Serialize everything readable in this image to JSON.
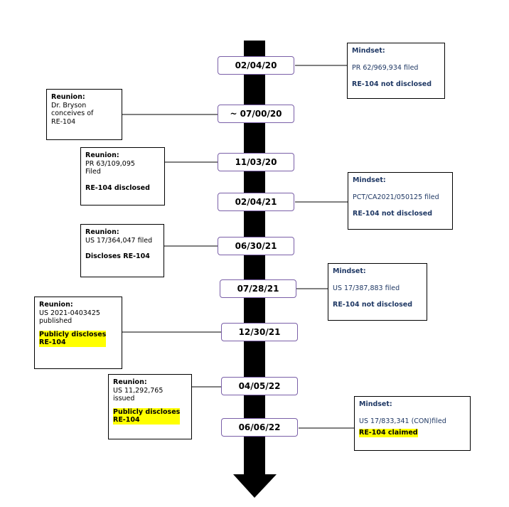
{
  "colors": {
    "arrow": "#000000",
    "date_border": "#7a5fa8",
    "mindset_text": "#1f3864",
    "highlight": "#ffff00"
  },
  "dates": [
    "02/04/20",
    "~ 07/00/20",
    "11/03/20",
    "02/04/21",
    "06/30/21",
    "07/28/21",
    "12/30/21",
    "04/05/22",
    "06/06/22"
  ],
  "notes": {
    "n1": {
      "head": "Mindset:",
      "body": "PR 62/969,934 filed",
      "strong": "RE-104 not disclosed"
    },
    "n2": {
      "head": "Reunion:",
      "body": "Dr. Bryson\nconceives of\nRE-104"
    },
    "n3": {
      "head": "Reunion:",
      "body": "PR 63/109,095\nFiled",
      "strong": "RE-104 disclosed"
    },
    "n4": {
      "head": "Mindset:",
      "body": "PCT/CA2021/050125 filed",
      "strong": "RE-104 not disclosed"
    },
    "n5": {
      "head": "Reunion:",
      "body": "US 17/364,047 filed",
      "strong": "Discloses RE-104"
    },
    "n6": {
      "head": "Mindset:",
      "body": "US 17/387,883 filed",
      "strong": "RE-104 not disclosed"
    },
    "n7": {
      "head": "Reunion:",
      "body": "US 2021-0403425\npublished",
      "highlight": "Publicly discloses\nRE-104"
    },
    "n8": {
      "head": "Reunion:",
      "body": "US 11,292,765\nissued",
      "highlight": "Publicly discloses\nRE-104"
    },
    "n9": {
      "head": "Mindset:",
      "body": "US 17/833,341 (CON)filed",
      "highlight": "RE-104 claimed"
    }
  }
}
